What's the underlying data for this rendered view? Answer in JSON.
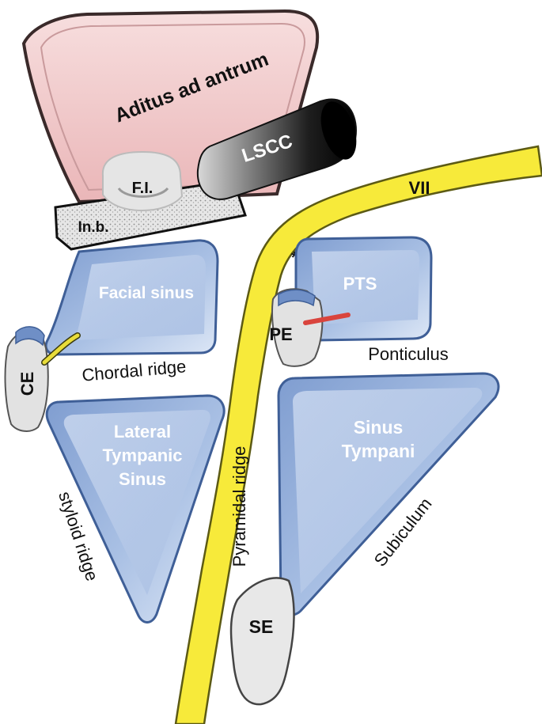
{
  "labels": {
    "aditus": "Aditus ad antrum",
    "lscc": "LSCC",
    "fi": "F.I.",
    "inb": "In.b.",
    "vii": "VII",
    "asterisk": "*",
    "facial_sinus": "Facial sinus",
    "pts": "PTS",
    "pe": "PE",
    "ponticulus": "Ponticulus",
    "chordal_ridge": "Chordal ridge",
    "ce": "CE",
    "lateral_tympanic_sinus_line1": "Lateral",
    "lateral_tympanic_sinus_line2": "Tympanic",
    "lateral_tympanic_sinus_line3": "Sinus",
    "sinus_tympani_line1": "Sinus",
    "sinus_tympani_line2": "Tympani",
    "pyramidal_ridge": "Pyramidal ridge",
    "styloid_ridge": "styloid ridge",
    "subiculum": "Subiculum",
    "se": "SE"
  },
  "colors": {
    "aditus_fill": "#f2c9c9",
    "nerve_yellow": "#f7ea3a",
    "sinus_blue": "#8eaad6",
    "sinus_blue_light": "#c4d4ee",
    "sinus_edge": "#4d6ea8",
    "bone_grey": "#d9d9d9",
    "lscc_dark": "#1a1a1a",
    "chorda_red": "#d9443d"
  }
}
